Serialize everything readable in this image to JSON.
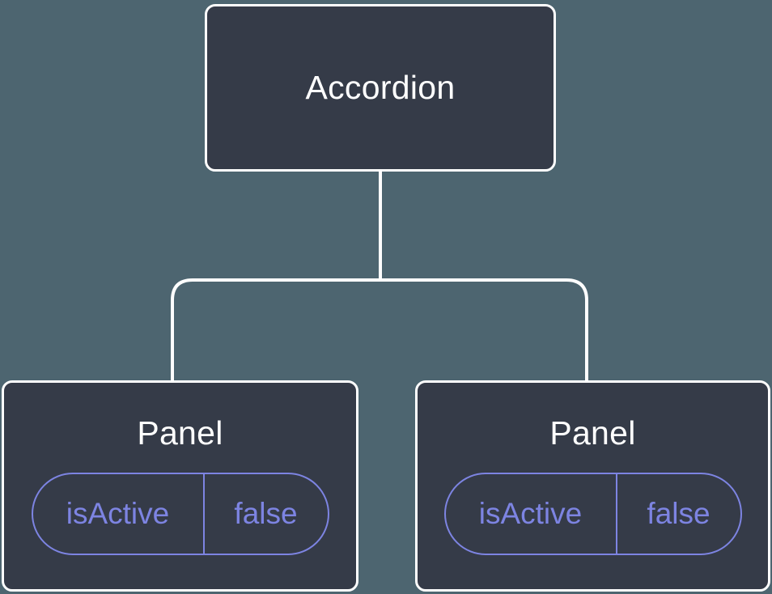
{
  "diagram": {
    "colors": {
      "background": "#4d6570",
      "node_fill": "#353b48",
      "node_border": "#ffffff",
      "accent": "#7d84e2",
      "node_text": "#ffffff"
    },
    "root": {
      "label": "Accordion"
    },
    "children": [
      {
        "label": "Panel",
        "state": {
          "key": "isActive",
          "value": "false"
        }
      },
      {
        "label": "Panel",
        "state": {
          "key": "isActive",
          "value": "false"
        }
      }
    ]
  }
}
